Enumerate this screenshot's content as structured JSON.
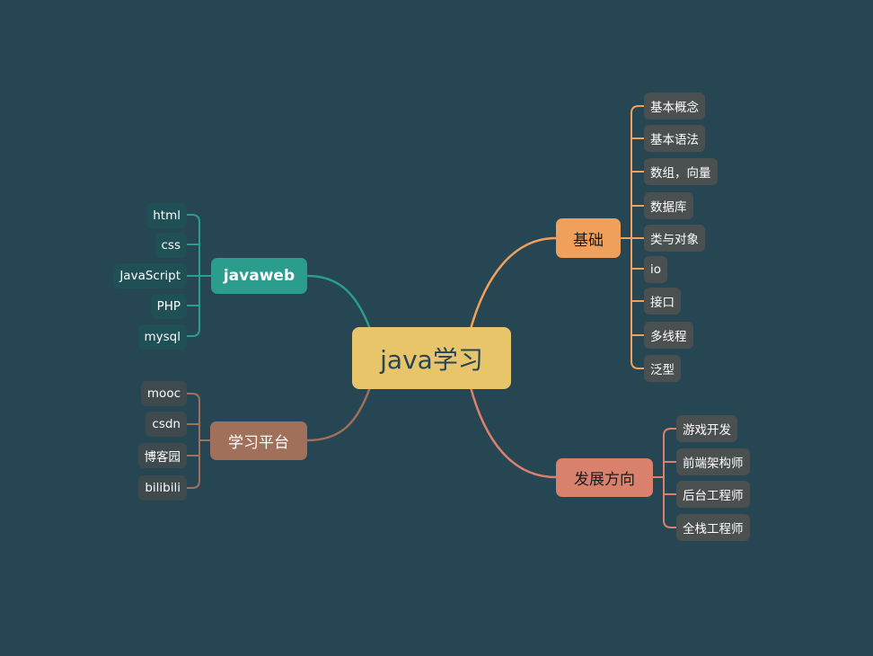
{
  "root": {
    "label": "java学习"
  },
  "colors": {
    "background": "#274653",
    "root": "#e8c46b",
    "javaweb": "#2a9d8f",
    "platform": "#a0705a",
    "basics": "#f1a05c",
    "career": "#d9816d"
  },
  "branches": {
    "javaweb": {
      "label": "javaweb",
      "children": [
        "html",
        "css",
        "JavaScript",
        "PHP",
        "mysql"
      ]
    },
    "platform": {
      "label": "学习平台",
      "children": [
        "mooc",
        "csdn",
        "博客园",
        "bilibili"
      ]
    },
    "basics": {
      "label": "基础",
      "children": [
        "基本概念",
        "基本语法",
        "数组，向量",
        "数据库",
        "类与对象",
        "io",
        "接口",
        "多线程",
        "泛型"
      ]
    },
    "career": {
      "label": "发展方向",
      "children": [
        "游戏开发",
        "前端架构师",
        "后台工程师",
        "全栈工程师"
      ]
    }
  }
}
